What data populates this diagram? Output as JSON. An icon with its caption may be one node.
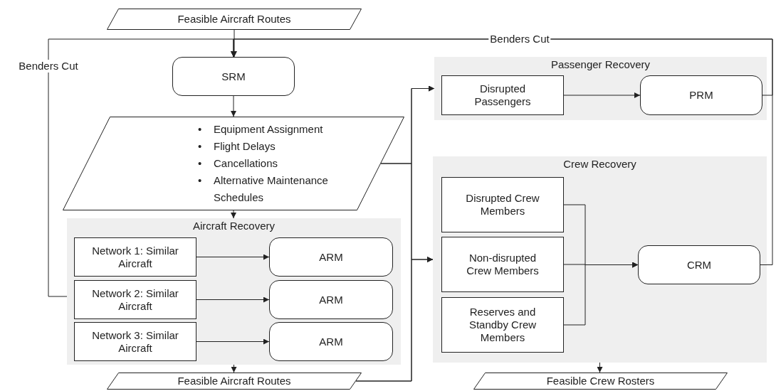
{
  "diagram": {
    "nodes": [
      {
        "text": [
          "Feasible Aircraft Routes"
        ]
      },
      {
        "text": [
          "SRM"
        ]
      },
      {
        "text": [
          "•",
          "Equipment Assignment",
          "•",
          "Flight Delays",
          "•",
          "Cancellations",
          "•",
          "Alternative Maintenance Schedules"
        ]
      },
      {
        "text": [
          "Aircraft Recovery"
        ]
      },
      {
        "text": [
          "Network 1: Similar Aircraft"
        ],
        "in": 3
      },
      {
        "text": [
          "ARM"
        ],
        "in": 3
      },
      {
        "text": [
          "Network 2: Similar Aircraft"
        ],
        "in": 3
      },
      {
        "text": [
          "ARM"
        ],
        "in": 3
      },
      {
        "text": [
          "Network 3: Similar Aircraft"
        ],
        "in": 3
      },
      {
        "text": [
          "ARM"
        ],
        "in": 3
      },
      {
        "text": [
          "Feasible Aircraft Routes"
        ]
      },
      {
        "text": [
          "Passenger Recovery"
        ]
      },
      {
        "text": [
          "Disrupted Passengers"
        ],
        "in": 11
      },
      {
        "text": [
          "PRM"
        ],
        "in": 11
      },
      {
        "text": [
          "Crew Recovery"
        ]
      },
      {
        "text": [
          "Disrupted Crew Members"
        ],
        "in": 14
      },
      {
        "text": [
          "Non-disrupted Crew Members"
        ],
        "in": 14
      },
      {
        "text": [
          "Reserves and Standby Crew Members"
        ],
        "in": 14
      },
      {
        "text": [
          "CRM"
        ],
        "in": 14
      },
      {
        "text": [
          "Feasible Crew Rosters"
        ]
      }
    ],
    "edges": [
      {
        "from": 0,
        "to": 1,
        "arrow": "to"
      },
      {
        "from": 1,
        "to": 2,
        "arrow": "to"
      },
      {
        "from": 2,
        "to": 3,
        "arrow": "to"
      },
      {
        "from": 3,
        "to": 10,
        "arrow": "to"
      },
      {
        "from": 4,
        "to": 5,
        "arrow": "to"
      },
      {
        "from": 6,
        "to": 7,
        "arrow": "to"
      },
      {
        "from": 8,
        "to": 9,
        "arrow": "to"
      },
      {
        "from": 12,
        "to": 13,
        "arrow": "to"
      },
      {
        "from": 15,
        "to": 18,
        "arrow": "to"
      },
      {
        "from": 16,
        "to": 18,
        "arrow": "to"
      },
      {
        "from": 17,
        "to": 18,
        "arrow": "to"
      },
      {
        "from": 14,
        "to": 19,
        "arrow": "to"
      },
      {
        "from": 2,
        "to": 11,
        "arrow": "to"
      },
      {
        "from": 2,
        "to": 14,
        "arrow": "to"
      },
      {
        "from": 10,
        "to": 11,
        "arrow": "to"
      },
      {
        "from": 10,
        "to": 14,
        "arrow": "to"
      },
      {
        "from": 3,
        "to": 1,
        "arrow": "to",
        "label": "Benders Cut"
      },
      {
        "from": 13,
        "to": 1,
        "arrow": "to",
        "label": "Benders Cut"
      },
      {
        "from": 18,
        "to": 1,
        "arrow": "to"
      }
    ]
  }
}
